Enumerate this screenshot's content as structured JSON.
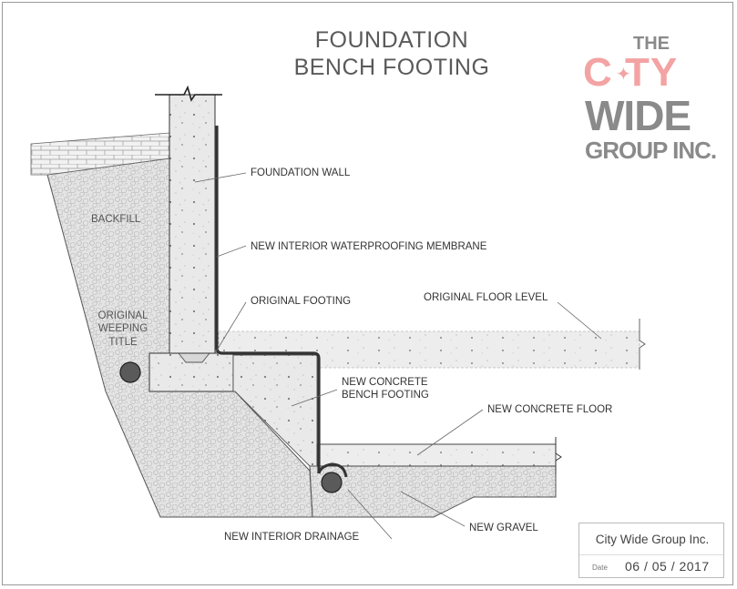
{
  "title": {
    "line1": "FOUNDATION",
    "line2": "BENCH FOOTING"
  },
  "logo": {
    "line1": "THE",
    "line2": "C TY",
    "line3": "WIDE",
    "line4": "GROUP INC.",
    "color_gray": "#8a8a8a",
    "color_red": "#f3a3a3"
  },
  "labels": {
    "foundation_wall": "FOUNDATION WALL",
    "membrane": "NEW INTERIOR WATERPROOFING MEMBRANE",
    "original_footing": "ORIGINAL FOOTING",
    "original_floor_level": "ORIGINAL FLOOR LEVEL",
    "backfill": "BACKFILL",
    "original_weeping_title": "ORIGINAL\nWEEPING\nTITLE",
    "new_concrete_bench_footing": "NEW CONCRETE\nBENCH FOOTING",
    "new_concrete_floor": "NEW CONCRETE FLOOR",
    "new_gravel": "NEW GRAVEL",
    "new_interior_drainage": "NEW INTERIOR DRAINAGE"
  },
  "title_block": {
    "company": "City Wide Group Inc.",
    "date_label": "Date",
    "date": "06 / 05 / 2017"
  },
  "colors": {
    "concrete": "#e6e6e6",
    "gravel": "#dcdcdc",
    "linework": "#2b2b2b",
    "membrane": "#3a3a3a"
  }
}
